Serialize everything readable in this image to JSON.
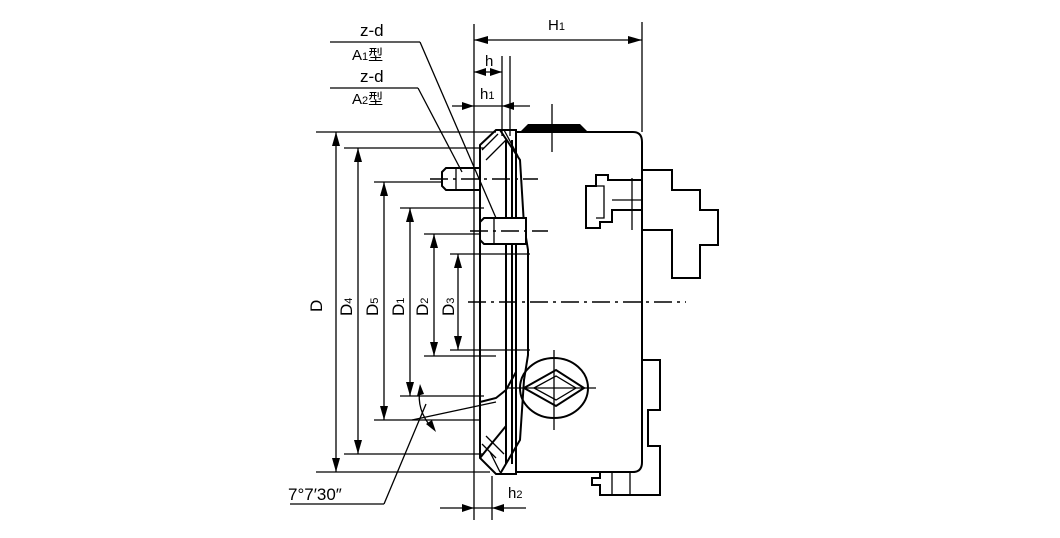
{
  "labels": {
    "zd_top": "z-d",
    "a1": {
      "main": "A",
      "sub": "1",
      "suffix": "型"
    },
    "zd_bottom": "z-d",
    "a2": {
      "main": "A",
      "sub": "2",
      "suffix": "型"
    },
    "h": "h",
    "h1": {
      "main": "h",
      "sub": "1"
    },
    "H1": {
      "main": "H",
      "sub": "1"
    },
    "h2": {
      "main": "h",
      "sub": "2"
    },
    "D": "D",
    "D4": {
      "main": "D",
      "sub": "4"
    },
    "D5": {
      "main": "D",
      "sub": "5"
    },
    "D1": {
      "main": "D",
      "sub": "1"
    },
    "D2": {
      "main": "D",
      "sub": "2"
    },
    "D3": {
      "main": "D",
      "sub": "3"
    },
    "angle": "7°7′30″"
  }
}
